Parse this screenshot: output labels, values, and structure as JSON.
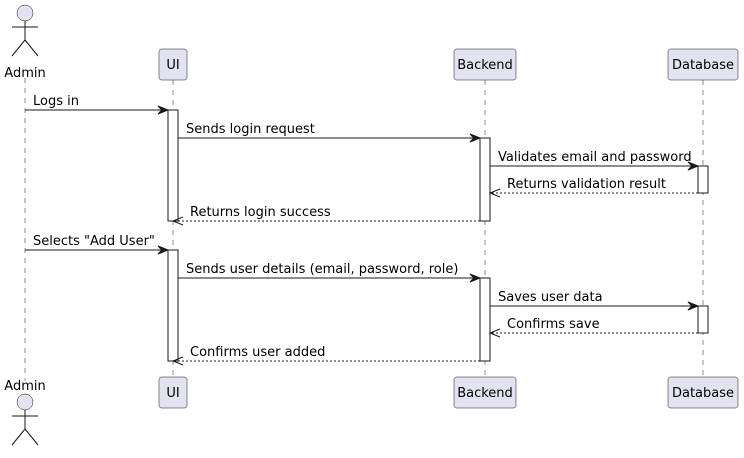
{
  "participants": [
    {
      "id": "admin",
      "name": "Admin",
      "kind": "actor"
    },
    {
      "id": "ui",
      "name": "UI",
      "kind": "participant"
    },
    {
      "id": "backend",
      "name": "Backend",
      "kind": "participant"
    },
    {
      "id": "database",
      "name": "Database",
      "kind": "participant"
    }
  ],
  "messages": [
    {
      "from": "admin",
      "to": "ui",
      "text": "Logs in",
      "style": "solid"
    },
    {
      "from": "ui",
      "to": "backend",
      "text": "Sends login request",
      "style": "solid"
    },
    {
      "from": "backend",
      "to": "database",
      "text": "Validates email and password",
      "style": "solid"
    },
    {
      "from": "database",
      "to": "backend",
      "text": "Returns validation result",
      "style": "dashed"
    },
    {
      "from": "backend",
      "to": "ui",
      "text": "Returns login success",
      "style": "dashed"
    },
    {
      "from": "admin",
      "to": "ui",
      "text": "Selects \"Add User\"",
      "style": "solid"
    },
    {
      "from": "ui",
      "to": "backend",
      "text": "Sends user details (email, password, role)",
      "style": "solid"
    },
    {
      "from": "backend",
      "to": "database",
      "text": "Saves user data",
      "style": "solid"
    },
    {
      "from": "database",
      "to": "backend",
      "text": "Confirms save",
      "style": "dashed"
    },
    {
      "from": "backend",
      "to": "ui",
      "text": "Confirms user added",
      "style": "dashed"
    }
  ],
  "colors": {
    "participant_fill": "#e2e2f0",
    "line": "#181818",
    "activation_fill": "#ffffff"
  }
}
